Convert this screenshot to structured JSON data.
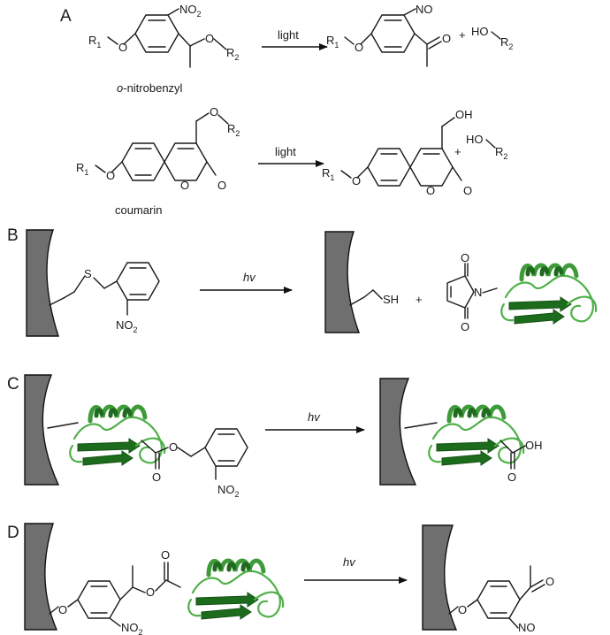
{
  "panels": {
    "a": {
      "letter": "A"
    },
    "b": {
      "letter": "B"
    },
    "c": {
      "letter": "C"
    },
    "d": {
      "letter": "D"
    }
  },
  "labels": {
    "no2": "NO",
    "no2_sub": "2",
    "no": "NO",
    "r1": "R",
    "r1_sub": "1",
    "r2": "R",
    "r2_sub": "2",
    "o": "O",
    "oh": "OH",
    "s": "S",
    "sh": "SH",
    "n": "N",
    "plus": "+",
    "ho": "HO",
    "light": "light",
    "hv": "hv",
    "nitrobenzyl_prefix": "o",
    "nitrobenzyl_rest": "-nitrobenzyl",
    "coumarin": "coumarin"
  },
  "colors": {
    "surface": "#6f6f6f",
    "protein_light": "#4fb048",
    "protein_dark": "#1d6b1d"
  }
}
